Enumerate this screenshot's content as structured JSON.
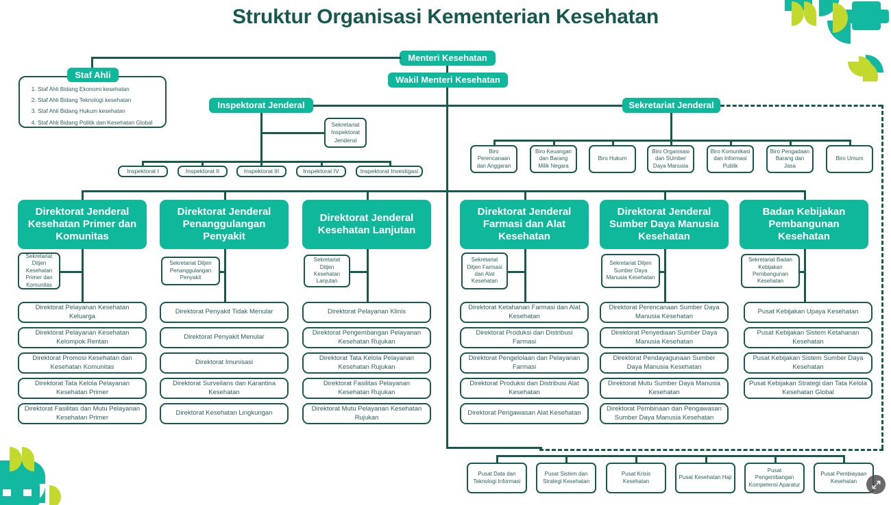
{
  "page": {
    "title": "Struktur Organisasi Kementerian Kesehatan",
    "accent_teal": "#0FB89B",
    "accent_dark": "#17584F",
    "deco_green": "#C4D92E",
    "deco_teal": "#12B9A0"
  },
  "top": {
    "menteri": "Menteri Kesehatan",
    "wakil_menteri": "Wakil Menteri Kesehatan"
  },
  "staf_ahli": {
    "header": "Staf Ahli",
    "items": [
      "Staf Ahli Bidang Ekonomi kesehatan",
      "Staf Ahli Bidang Teknologi kesehatan",
      "Staf Ahli Bidang Hukum kesehatan",
      "Staf Ahli Bidang Politik dan Kesehatan Global"
    ]
  },
  "inspektorat": {
    "header": "Inspektorat Jenderal",
    "sekretariat": "Sekretariat Inspektorat Jenderal",
    "units": [
      "Inspektorat I",
      "Inspektorat II",
      "Inspektorat III",
      "Inspektorat IV",
      "Inspektorat Investigasi"
    ]
  },
  "sekretariat_jenderal": {
    "header": "Sekretariat Jenderal",
    "biro": [
      "Biro Perencanaan dan Anggaran",
      "Biro Keuangan dan Barang Milik Negara",
      "Biro Hukum",
      "Biro Organisasi dan SUmber Daya Manusia",
      "Biro Komunikasi dan Informasi Publik",
      "Biro Pengadaan Barang dan Jasa",
      "Biro Umum"
    ]
  },
  "columns": [
    {
      "header": "Direktorat Jenderal Kesehatan Primer dan Komunitas",
      "sekretariat": "Sekretariat Ditjen Kesehatan Primer dan Komunitas",
      "units": [
        "Direktorat Pelayanan Kesehatan Keluarga",
        "Direktorat Pelayanan Kesehatan Kelompok Rentan",
        "Direktorat Promosi Kesehatan dan Kesehatan Komunitas",
        "Direktorat Tata Kelola Pelayanan Kesehatan Primer",
        "Direktorat Fasilitas dan Mutu Pelayanan Kesehatan Primer"
      ]
    },
    {
      "header": "Direktorat Jenderal Penanggulangan Penyakit",
      "sekretariat": "Sekretariat Ditjen Penanggulangan Penyakit",
      "units": [
        "Direktorat Penyakit Tidak Menular",
        "Direktorat Penyakit Menular",
        "Direktorat Imunisasi",
        "Direktorat Surveilans dan Karantina Kesehatan",
        "Direktorat Kesehatan Lingkungan"
      ]
    },
    {
      "header": "Direktorat Jenderal Kesehatan Lanjutan",
      "sekretariat": "Sekretariat Ditjen Kesehatan Lanjutan",
      "units": [
        "Direktorat Pelayanan Klinis",
        "Direktorat Pengembangan Pelayanan Kesehatan Rujukan",
        "Direktorat Tata Kelola Pelayanan Kesehatan Rujukan",
        "Direktorat Fasilitas Pelayanan Kesehatan Rujukan",
        "Direktorat Mutu Pelayanan Kesehatan Rujukan"
      ]
    },
    {
      "header": "Direktorat Jenderal Farmasi dan Alat Kesehatan",
      "sekretariat": "Sekretariat Ditjen Farmasi dan Alat Kesehatan",
      "units": [
        "Direktorat Ketahanan Farmasi dan Alat Kesehatan",
        "Direktorat Produksi dan Distribusi Farmasi",
        "Direktorat Pengelolaan dan Pelayanan Farmasi",
        "Direktorat Produksi dan Distribusi Alat Kesehatan",
        "Direktorat Pengawasan Alat Kesehatan"
      ]
    },
    {
      "header": "Direktorat Jenderal Sumber Daya Manusia Kesehatan",
      "sekretariat": "Sekretariat Ditjen Sumber Daya Manusia Kesehatan",
      "units": [
        "Direktorat Perencanaan Sumber Daya Manusia Kesehatan",
        "Direktorat Penyediaan Sumber Daya Manusia Kesehatan",
        "Direktorat Pendayagunaan Sumber Daya Manusia Kesehatan",
        "Direktorat Mutu Sumber Daya Manusia Kesehatan",
        "Direktorat Pembinaan dan Pengawasan Sumber Daya Manusia Kesehatan"
      ]
    },
    {
      "header": "Badan Kebijakan Pembangunan Kesehatan",
      "sekretariat": "Sekretariat Badan Kebijakan Pembangunan Kesehatan",
      "units": [
        "Pusat Kebijakan Upaya Kesehatan",
        "Pusat Kebijakan Sistem Ketahanan Kesehatan",
        "Pusat Kebijakan Sistem Sumber Daya Kesehatan",
        "Pusat Kebijakan Strategi dan Tata Kelola Kesehatan Global"
      ]
    }
  ],
  "pusat_row": [
    "Pusat Data dan Teknologi Informasi",
    "Pusat Sistem dan Strategi Kesehatan",
    "Pusat Krisis Kesehatan",
    "Pusat Kesehatan Haji",
    "Pusat Pengembangan Kompetensi Aparatur",
    "Pusat Pembiayaan Kesehatan"
  ],
  "controls": {
    "expand_icon": "expand-diagonal-icon"
  }
}
